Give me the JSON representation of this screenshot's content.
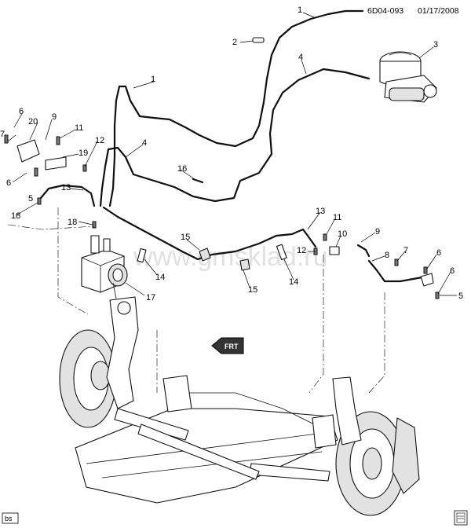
{
  "header": {
    "diagram_code": "6D04-093",
    "date": "01/17/2008"
  },
  "watermark": "www.gmsklad.ru",
  "footer": {
    "tag": "bs"
  },
  "fwd_arrow": {
    "label": "FRT"
  },
  "callouts": [
    {
      "id": "c1a",
      "text": "1"
    },
    {
      "id": "c1b",
      "text": "1"
    },
    {
      "id": "c2",
      "text": "2"
    },
    {
      "id": "c3",
      "text": "3"
    },
    {
      "id": "c4a",
      "text": "4"
    },
    {
      "id": "c4b",
      "text": "4"
    },
    {
      "id": "c5a",
      "text": "5"
    },
    {
      "id": "c5b",
      "text": "5"
    },
    {
      "id": "c6a",
      "text": "6"
    },
    {
      "id": "c6b",
      "text": "6"
    },
    {
      "id": "c6c",
      "text": "6"
    },
    {
      "id": "c6d",
      "text": "6"
    },
    {
      "id": "c7a",
      "text": "7"
    },
    {
      "id": "c7b",
      "text": "7"
    },
    {
      "id": "c8",
      "text": "8"
    },
    {
      "id": "c9a",
      "text": "9"
    },
    {
      "id": "c9b",
      "text": "9"
    },
    {
      "id": "c10",
      "text": "10"
    },
    {
      "id": "c11a",
      "text": "11"
    },
    {
      "id": "c11b",
      "text": "11"
    },
    {
      "id": "c12a",
      "text": "12"
    },
    {
      "id": "c12b",
      "text": "12"
    },
    {
      "id": "c13a",
      "text": "13"
    },
    {
      "id": "c13b",
      "text": "13"
    },
    {
      "id": "c14a",
      "text": "14"
    },
    {
      "id": "c14b",
      "text": "14"
    },
    {
      "id": "c15a",
      "text": "15"
    },
    {
      "id": "c15b",
      "text": "15"
    },
    {
      "id": "c16",
      "text": "16"
    },
    {
      "id": "c17",
      "text": "17"
    },
    {
      "id": "c18a",
      "text": "18"
    },
    {
      "id": "c18b",
      "text": "18"
    },
    {
      "id": "c19",
      "text": "19"
    },
    {
      "id": "c20",
      "text": "20"
    }
  ]
}
